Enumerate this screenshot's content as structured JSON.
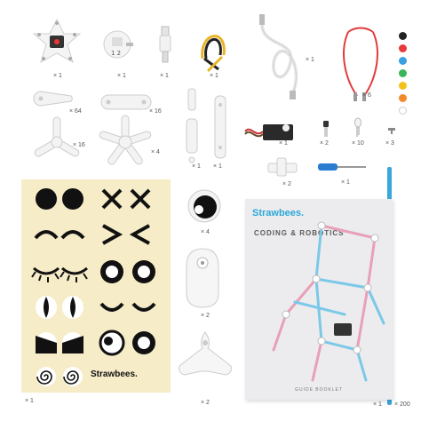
{
  "quantities": {
    "board": "× 1",
    "mini_board": "× 1",
    "usb_connector": "× 1",
    "wires": "× 1",
    "usb_cable": "× 1",
    "alligator_cable": "× 6",
    "arm_small": "× 64",
    "arm_long": "× 16",
    "servo_arms": "× 1",
    "servo_arm_long": "× 1",
    "tri_connector": "× 16",
    "star_connector": "× 4",
    "servo_motor": "× 1",
    "sensor": "× 2",
    "led": "× 10",
    "screw": "× 3",
    "clip": "× 2",
    "screwdriver": "× 1",
    "sticker_sheet": "× 1",
    "eye": "× 4",
    "battery_holder": "× 2",
    "wing_piece": "× 2",
    "guide_booklet": "× 1",
    "straws": "× 200"
  },
  "sheet": {
    "brand": "Strawbees."
  },
  "booklet": {
    "brand": "Strawbees.",
    "title": "CODING & ROBOTICS",
    "footer": "GUIDE BOOKLET"
  },
  "colors": {
    "straw_blue": "#3aa7dc",
    "cable_red": "#e23b3b",
    "wire_yellow": "#e8b52a",
    "sheet_cream": "#f6ecc8",
    "dot_colors": [
      "#222222",
      "#e63b3b",
      "#3aa0de",
      "#3bb55a",
      "#f2c21b",
      "#f08a2a",
      "#ffffff"
    ]
  }
}
